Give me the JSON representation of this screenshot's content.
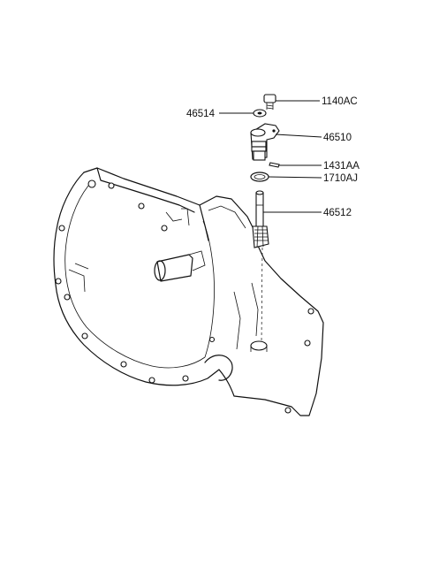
{
  "labels": {
    "p1140AC": "1140AC",
    "p46514": "46514",
    "p46510": "46510",
    "p1431AA": "1431AA",
    "p1710AJ": "1710AJ",
    "p46512": "46512"
  }
}
